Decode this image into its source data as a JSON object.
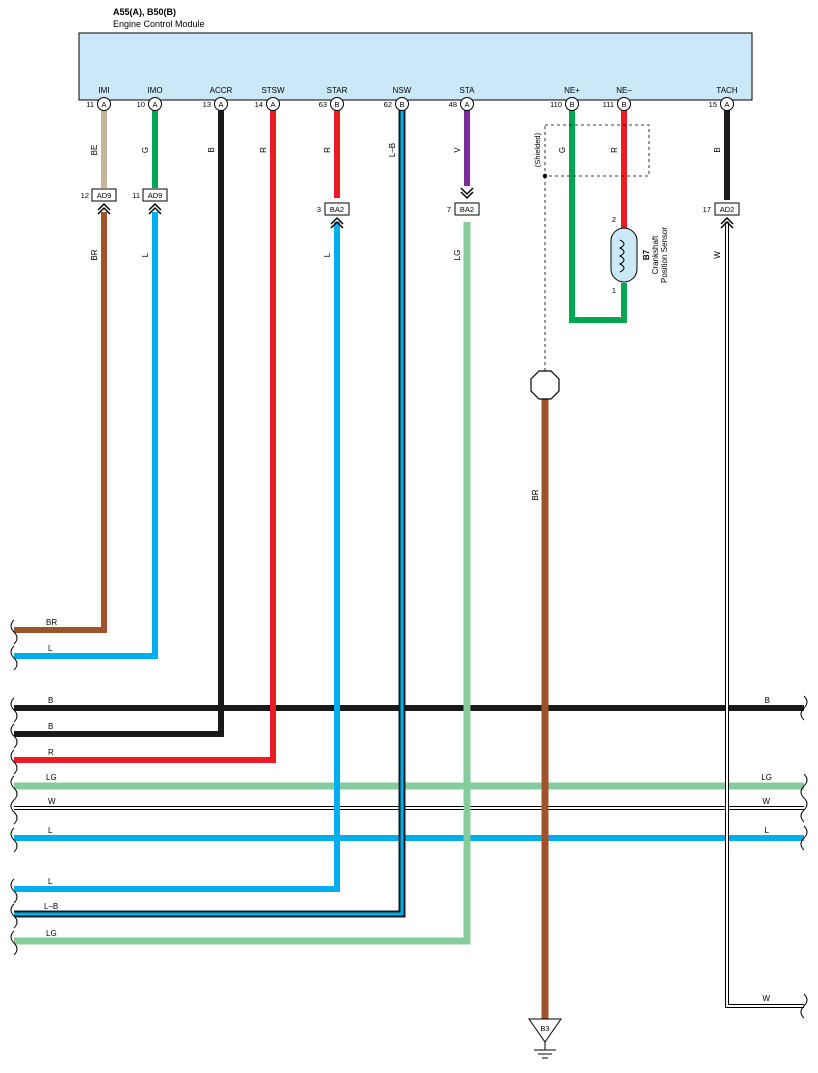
{
  "header": {
    "connectors": "A55(A), B50(B)",
    "module_name": "Engine Control Module"
  },
  "pins": [
    {
      "label": "IMI",
      "num": "11",
      "conn": "A"
    },
    {
      "label": "IMO",
      "num": "10",
      "conn": "A"
    },
    {
      "label": "ACCR",
      "num": "13",
      "conn": "A"
    },
    {
      "label": "STSW",
      "num": "14",
      "conn": "A"
    },
    {
      "label": "STAR",
      "num": "63",
      "conn": "B"
    },
    {
      "label": "NSW",
      "num": "62",
      "conn": "B"
    },
    {
      "label": "STA",
      "num": "48",
      "conn": "A"
    },
    {
      "label": "NE+",
      "num": "110",
      "conn": "B"
    },
    {
      "label": "NE–",
      "num": "111",
      "conn": "B"
    },
    {
      "label": "TACH",
      "num": "15",
      "conn": "A"
    }
  ],
  "upper_wire_labels": [
    "BE",
    "G",
    "B",
    "R",
    "R",
    "L–B",
    "V",
    "G",
    "R",
    "B"
  ],
  "lower_wire_labels": [
    "BR",
    "L",
    "L",
    "LG",
    "W"
  ],
  "junction_connectors": [
    {
      "num": "12",
      "name": "AD9"
    },
    {
      "num": "11",
      "name": "AD9"
    },
    {
      "num": "3",
      "name": "BA2"
    },
    {
      "num": "7",
      "name": "BA2"
    },
    {
      "num": "17",
      "name": "AD2"
    }
  ],
  "shielded_label": "(Shielded)",
  "sensor": {
    "id": "B7",
    "name_line1": "Crankshaft",
    "name_line2": "Position Sensor",
    "pin_top": "2",
    "pin_bottom": "1"
  },
  "ground": {
    "label": "B3",
    "wire_label": "BR"
  },
  "left_labels": [
    "BR",
    "L",
    "B",
    "B",
    "R",
    "LG",
    "W",
    "L",
    "L",
    "L–B",
    "LG"
  ],
  "right_labels": [
    "B",
    "LG",
    "W",
    "L",
    "W"
  ],
  "wire_colors": {
    "B": "#1a1a1a",
    "BR": "#a0522d",
    "BE": "#c8b49a",
    "G": "#00a651",
    "R": "#ed1c24",
    "L": "#00aeef",
    "V": "#7b2f91",
    "LG": "#84cc9c",
    "W": "#ffffff",
    "module_fill": "#cbe8f8"
  }
}
